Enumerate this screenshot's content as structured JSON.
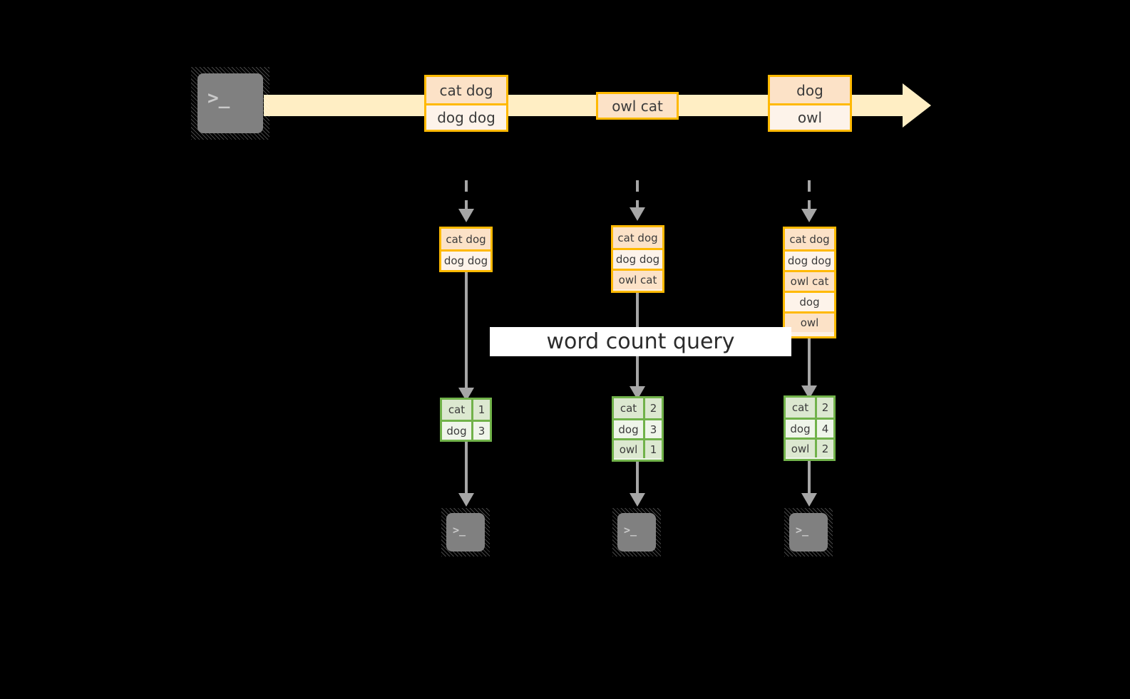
{
  "diagram": {
    "title_label": "word count query",
    "colors": {
      "background": "#000000",
      "stream_band": "#ffeec4",
      "message_border": "#ffb900",
      "message_fill_dark": "#fce2c7",
      "message_fill_light": "#fdf3ea",
      "result_border": "#71b24a",
      "result_fill_dark": "#dce8d0",
      "result_fill_light": "#eff5ea",
      "arrow": "#a6a6a6",
      "terminal": "#808080",
      "label_background": "#ffffff"
    }
  },
  "source": {
    "icon": "terminal-icon",
    "glyph": ">_"
  },
  "stream": {
    "messages": [
      {
        "id": "stream-msg-1",
        "rows": [
          {
            "text": "cat dog",
            "shade": "dark"
          },
          {
            "text": "dog dog",
            "shade": "light"
          }
        ]
      },
      {
        "id": "stream-msg-2",
        "rows": [
          {
            "text": "owl cat",
            "shade": "dark"
          }
        ]
      },
      {
        "id": "stream-msg-3",
        "rows": [
          {
            "text": "dog",
            "shade": "dark"
          },
          {
            "text": "owl",
            "shade": "light"
          }
        ]
      }
    ]
  },
  "snapshots": [
    {
      "id": "snapshot-1",
      "accumulated": [
        {
          "text": "cat dog",
          "shade": "dark"
        },
        {
          "text": "dog dog",
          "shade": "light"
        }
      ],
      "result": {
        "rows": [
          {
            "word": "cat",
            "count": "1",
            "shade": "dark"
          },
          {
            "word": "dog",
            "count": "3",
            "shade": "light"
          }
        ]
      },
      "sink": {
        "icon": "terminal-icon",
        "glyph": ">_"
      }
    },
    {
      "id": "snapshot-2",
      "accumulated": [
        {
          "text": "cat dog",
          "shade": "dark"
        },
        {
          "text": "dog dog",
          "shade": "light"
        },
        {
          "text": "owl cat",
          "shade": "dark"
        }
      ],
      "result": {
        "rows": [
          {
            "word": "cat",
            "count": "2",
            "shade": "dark"
          },
          {
            "word": "dog",
            "count": "3",
            "shade": "light"
          },
          {
            "word": "owl",
            "count": "1",
            "shade": "dark"
          }
        ]
      },
      "sink": {
        "icon": "terminal-icon",
        "glyph": ">_"
      }
    },
    {
      "id": "snapshot-3",
      "accumulated": [
        {
          "text": "cat dog",
          "shade": "dark"
        },
        {
          "text": "dog dog",
          "shade": "light"
        },
        {
          "text": "owl cat",
          "shade": "dark"
        },
        {
          "text": "dog",
          "shade": "light"
        },
        {
          "text": "owl",
          "shade": "dark"
        }
      ],
      "result": {
        "rows": [
          {
            "word": "cat",
            "count": "2",
            "shade": "dark"
          },
          {
            "word": "dog",
            "count": "4",
            "shade": "light"
          },
          {
            "word": "owl",
            "count": "2",
            "shade": "dark"
          }
        ]
      },
      "sink": {
        "icon": "terminal-icon",
        "glyph": ">_"
      }
    }
  ]
}
